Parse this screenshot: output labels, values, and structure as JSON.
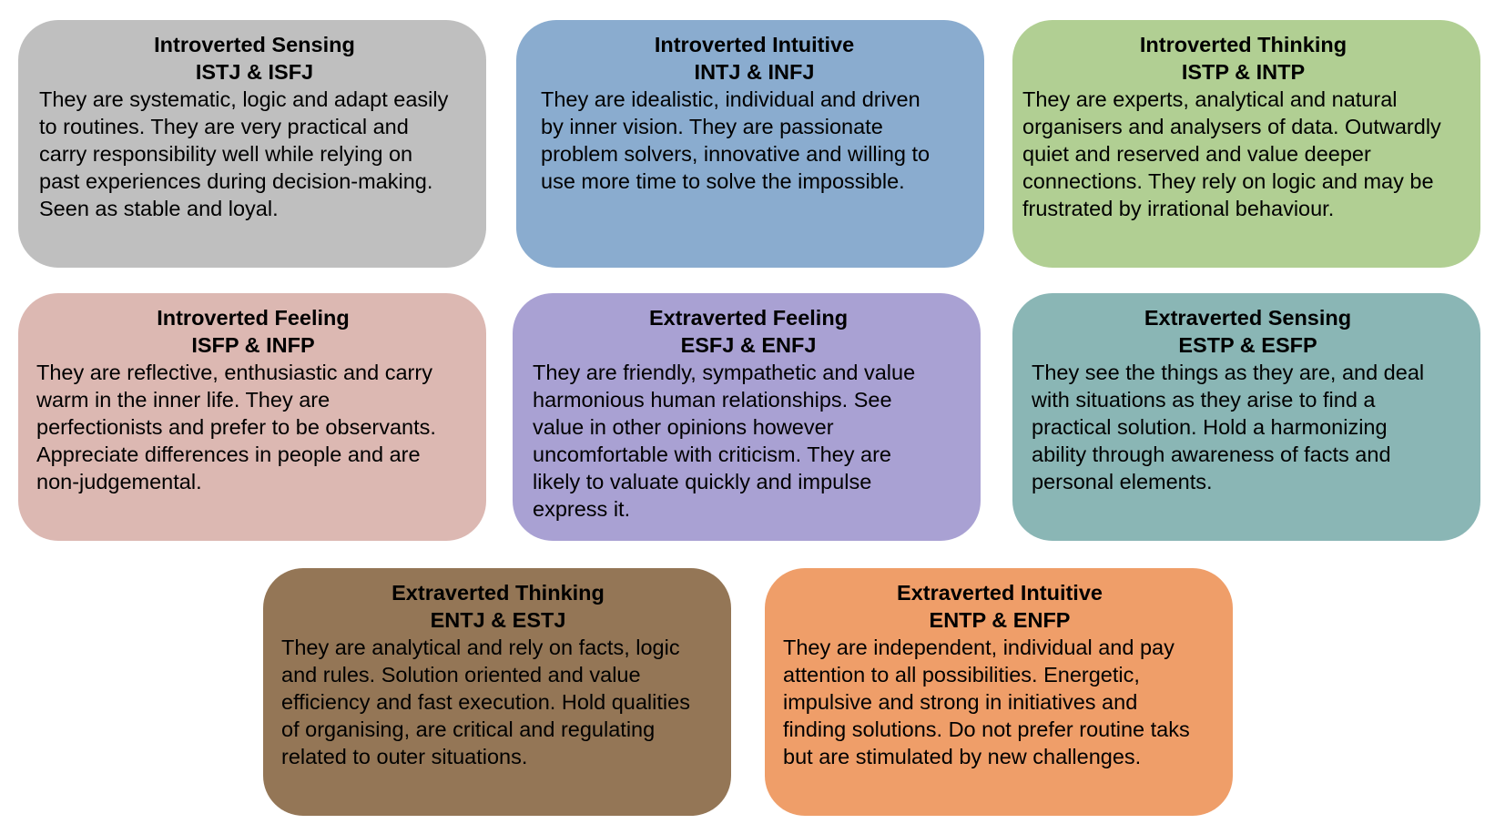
{
  "cards": [
    {
      "title": "Introverted Sensing",
      "types": "ISTJ & ISFJ",
      "color": "#bfbfbf",
      "lines": [
        "They are systematic, logic and adapt easily",
        "to routines. They are very practical and",
        "carry responsibility well while relying on",
        "past experiences during decision-making.",
        "Seen as stable and loyal."
      ]
    },
    {
      "title": "Introverted Intuitive",
      "types": "INTJ & INFJ",
      "color": "#8aaccf",
      "lines": [
        "They are idealistic, individual and driven",
        "by inner vision. They are passionate",
        "problem solvers, innovative and willing to",
        "use more time to solve the impossible."
      ]
    },
    {
      "title": "Introverted Thinking",
      "types": "ISTP & INTP",
      "color": "#b1cf93",
      "lines": [
        "They are experts, analytical and natural",
        "organisers and analysers of data. Outwardly",
        "quiet and reserved and value deeper",
        "connections. They rely on logic and may be",
        "frustrated by irrational behaviour."
      ]
    },
    {
      "title": "Introverted Feeling",
      "types": "ISFP & INFP",
      "color": "#dcb8b2",
      "lines": [
        "They are reflective, enthusiastic and carry",
        "warm in the inner life. They are",
        "perfectionists and prefer to be observants.",
        "Appreciate differences in people and are",
        "non-judgemental."
      ]
    },
    {
      "title": "Extraverted Feeling",
      "types": "ESFJ & ENFJ",
      "color": "#a9a1d3",
      "lines": [
        "They are friendly, sympathetic and value",
        "harmonious human relationships. See",
        "value in other opinions however",
        "uncomfortable with criticism. They are",
        "likely to valuate quickly and impulse",
        "express it."
      ]
    },
    {
      "title": "Extraverted Sensing",
      "types": "ESTP & ESFP",
      "color": "#8ab6b5",
      "lines": [
        "They see the things as they are, and deal",
        "with situations as they arise to find a",
        "practical solution. Hold a harmonizing",
        "ability through awareness of facts and",
        "personal elements."
      ]
    },
    {
      "title": "Extraverted Thinking",
      "types": "ENTJ & ESTJ",
      "color": "#947656",
      "lines": [
        "They are analytical and rely on facts, logic",
        "and rules. Solution oriented and value",
        "efficiency and fast execution. Hold qualities",
        "of organising, are critical and regulating",
        "related to outer situations."
      ]
    },
    {
      "title": "Extraverted Intuitive",
      "types": "ENTP & ENFP",
      "color": "#ef9e69",
      "lines": [
        "They are independent, individual and pay",
        "attention to all possibilities. Energetic,",
        "impulsive and strong in initiatives and",
        "finding solutions. Do not prefer routine taks",
        "but are stimulated by new challenges."
      ]
    }
  ]
}
